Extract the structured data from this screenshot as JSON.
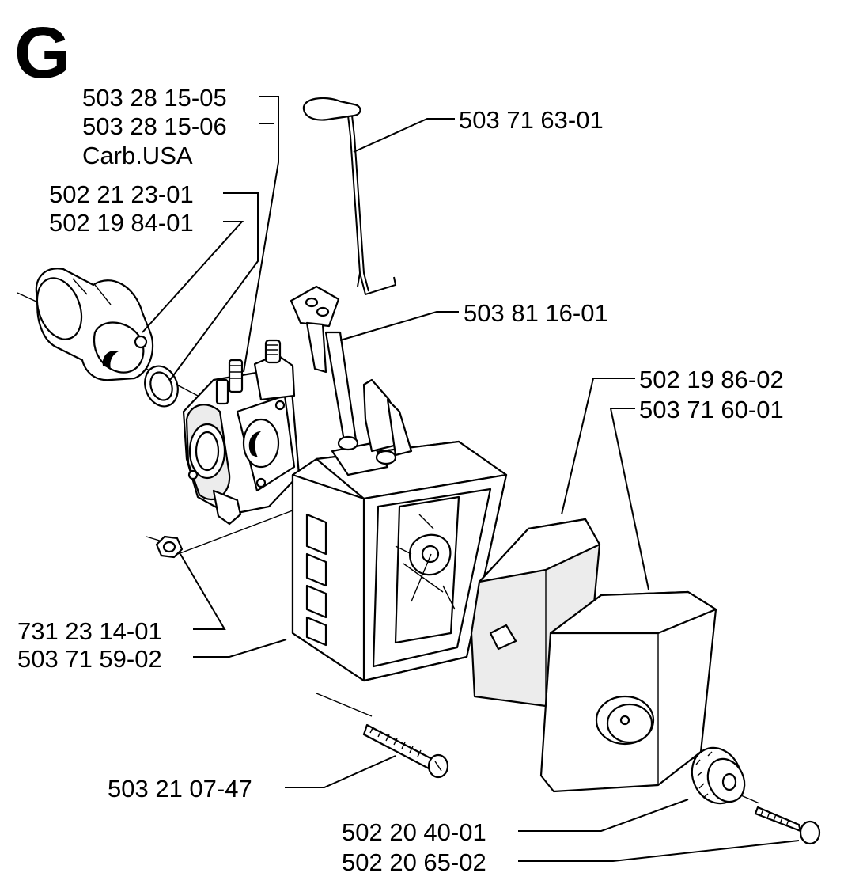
{
  "section_letter": "G",
  "labels": {
    "carb_1": "503 28 15-05",
    "carb_2": "503 28 15-06",
    "carb_note": "Carb.USA",
    "gasket_1": "502 21 23-01",
    "gasket_2": "502 19 84-01",
    "choke_rod": "503 71 63-01",
    "throttle_lever": "503 81 16-01",
    "filter_1": "502 19 86-02",
    "filter_2": "503 71 60-01",
    "nut": "731 23 14-01",
    "housing": "503 71 59-02",
    "screw_long": "503 21 07-47",
    "knob": "502 20 40-01",
    "screw_short": "502 20 65-02"
  }
}
